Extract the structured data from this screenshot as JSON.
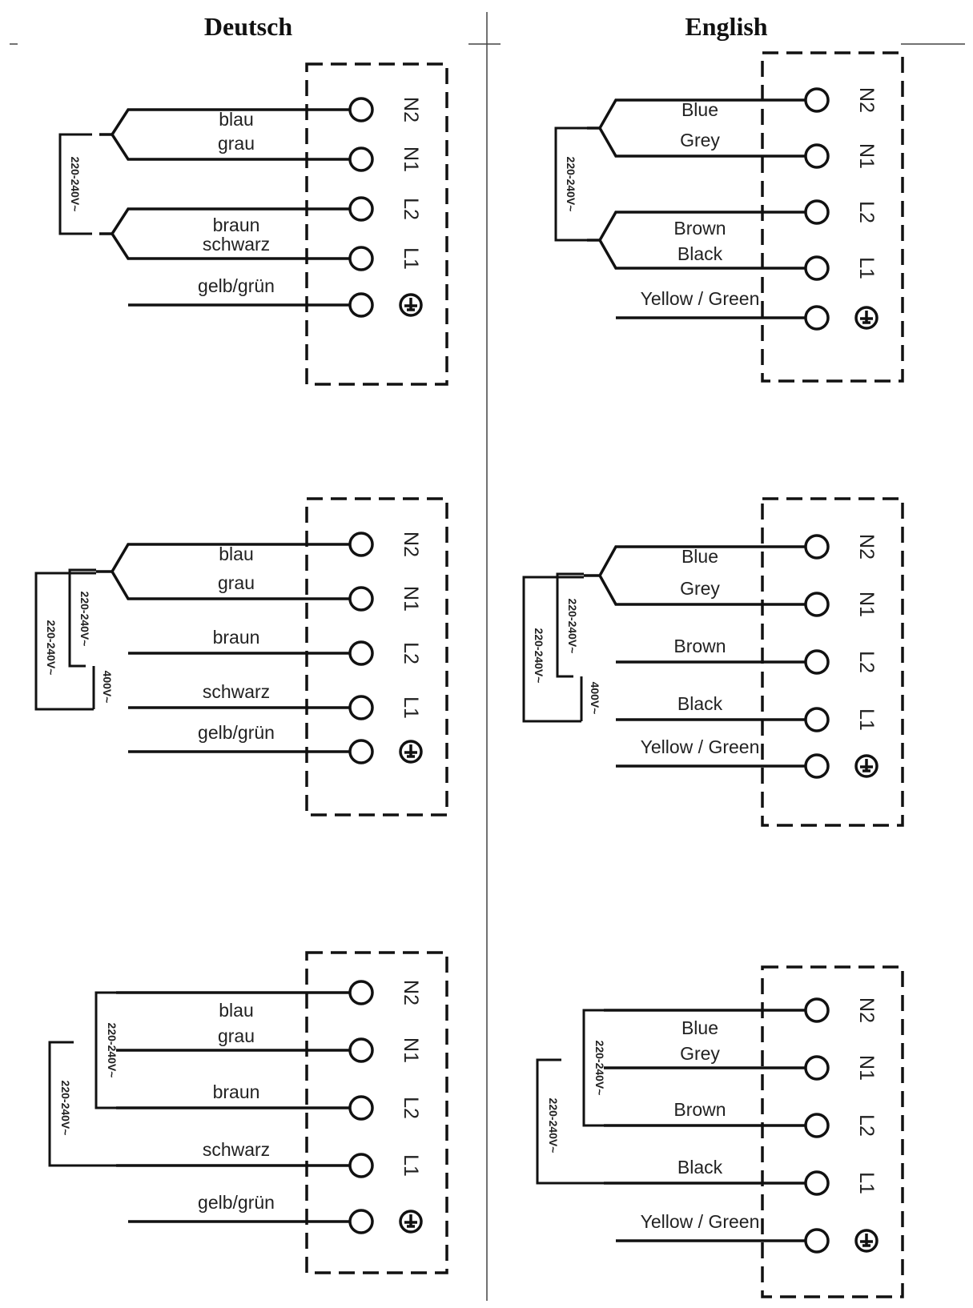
{
  "header": {
    "left_title": "Deutsch",
    "right_title": "English"
  },
  "terminals": [
    "N2",
    "N1",
    "L2",
    "L1"
  ],
  "earth_icon": "earth-ground-icon",
  "colors": {
    "line": "#111111",
    "background": "#ffffff"
  },
  "diagrams": [
    {
      "col": 0,
      "row": 0,
      "type": "split",
      "wires": [
        "blau",
        "grau",
        "braun",
        "schwarz",
        "gelb/grün"
      ],
      "voltages": [
        "220-240V~"
      ]
    },
    {
      "col": 0,
      "row": 1,
      "type": "400",
      "wires": [
        "blau",
        "grau",
        "braun",
        "schwarz",
        "gelb/grün"
      ],
      "voltages": [
        "220-240V~",
        "220-240V~",
        "400V~"
      ]
    },
    {
      "col": 0,
      "row": 2,
      "type": "single",
      "wires": [
        "blau",
        "grau",
        "braun",
        "schwarz",
        "gelb/grün"
      ],
      "voltages": [
        "220-240V~",
        "220-240V~"
      ]
    },
    {
      "col": 1,
      "row": 0,
      "type": "split",
      "wires": [
        "Blue",
        "Grey",
        "Brown",
        "Black",
        "Yellow / Green"
      ],
      "voltages": [
        "220-240V~"
      ]
    },
    {
      "col": 1,
      "row": 1,
      "type": "400",
      "wires": [
        "Blue",
        "Grey",
        "Brown",
        "Black",
        "Yellow / Green"
      ],
      "voltages": [
        "220-240V~",
        "220-240V~",
        "400V~"
      ]
    },
    {
      "col": 1,
      "row": 2,
      "type": "single",
      "wires": [
        "Blue",
        "Grey",
        "Brown",
        "Black",
        "Yellow / Green"
      ],
      "voltages": [
        "220-240V~",
        "220-240V~"
      ]
    }
  ]
}
